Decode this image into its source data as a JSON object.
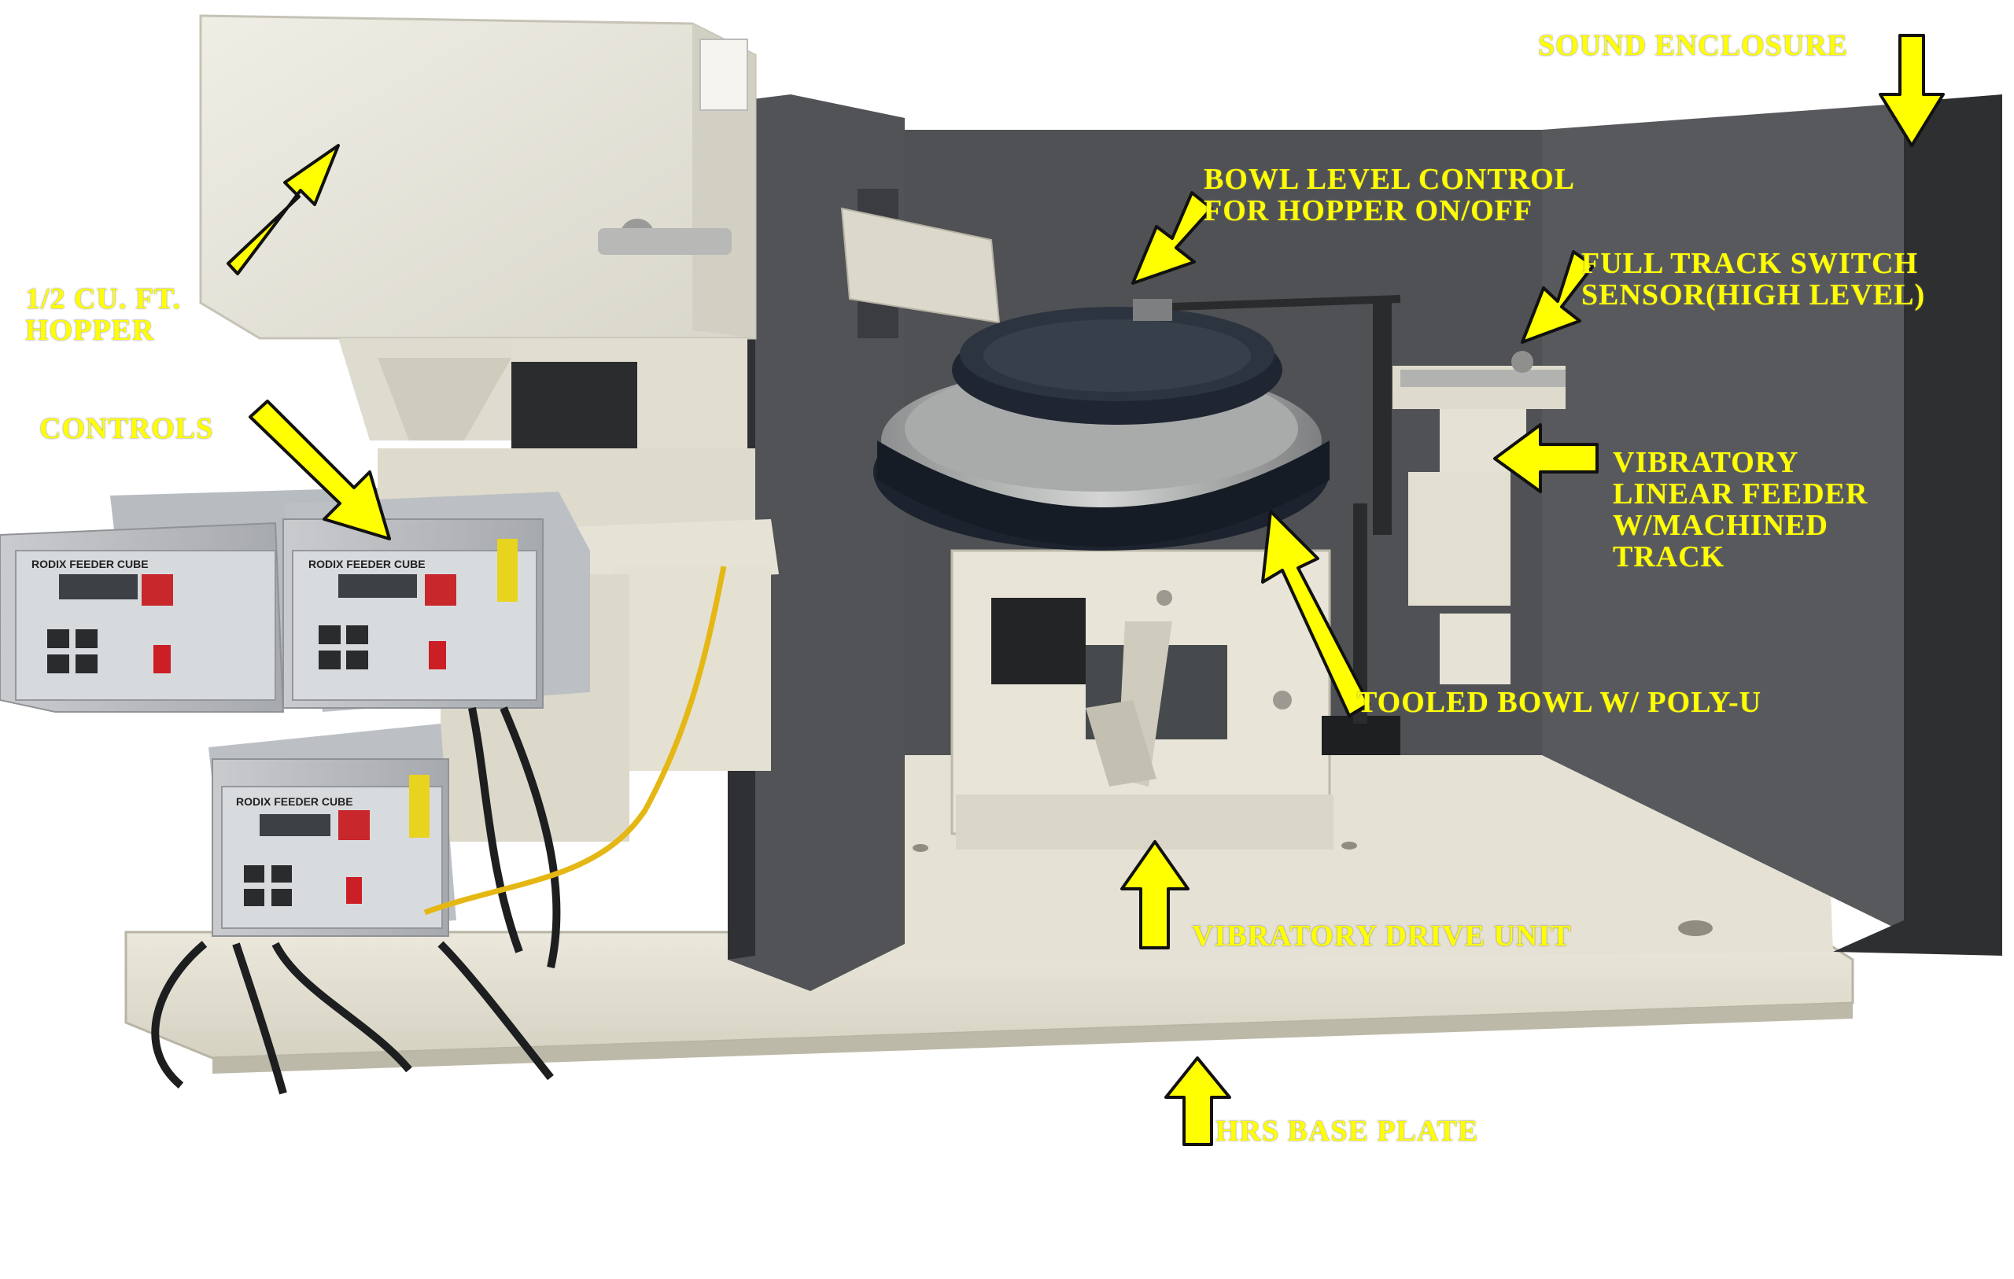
{
  "labels": {
    "sound_enclosure": "SOUND ENCLOSURE",
    "bowl_level_line1": "BOWL LEVEL CONTROL",
    "bowl_level_line2": "FOR HOPPER ON/OFF",
    "full_track_line1": "FULL TRACK SWITCH",
    "full_track_line2": "SENSOR(HIGH LEVEL)",
    "hopper_line1": "1/2 CU. FT.",
    "hopper_line2": "HOPPER",
    "controls": "CONTROLS",
    "linear_feeder_line1": "VIBRATORY",
    "linear_feeder_line2": "LINEAR FEEDER",
    "linear_feeder_line3": "W/MACHINED",
    "linear_feeder_line4": "TRACK",
    "tooled_bowl": "TOOLED BOWL W/ POLY-U",
    "drive_unit": "VIBRATORY DRIVE UNIT",
    "base_plate": "HRS BASE PLATE"
  },
  "controllers": [
    {
      "brand": "RODIX FEEDER CUBE"
    },
    {
      "brand": "RODIX FEEDER CUBE"
    },
    {
      "brand": "RODIX FEEDER CUBE"
    }
  ],
  "colors": {
    "annotation": "#ffff00",
    "machine_beige": "#e8e4d4",
    "enclosure_gray": "#4d4f52",
    "bowl_navy": "#1d2430"
  }
}
